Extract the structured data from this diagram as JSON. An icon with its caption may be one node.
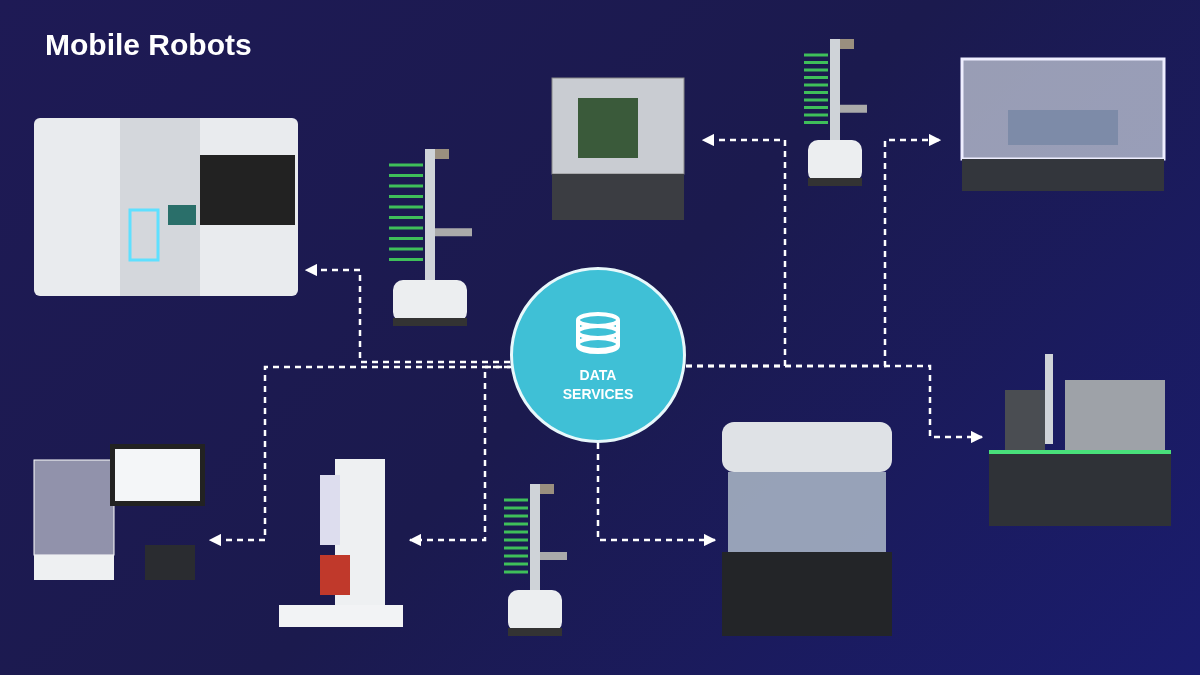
{
  "diagram": {
    "title": "Mobile Robots",
    "nodes": [
      {
        "text": [
          "DATA SERVICES"
        ]
      },
      {
        "text": [],
        "shape": "picture"
      },
      {
        "text": [],
        "shape": "picture"
      },
      {
        "text": [],
        "shape": "picture"
      },
      {
        "text": [],
        "shape": "picture"
      },
      {
        "text": [],
        "shape": "picture"
      },
      {
        "text": [],
        "shape": "picture"
      },
      {
        "text": [],
        "shape": "picture"
      },
      {
        "text": [],
        "shape": "picture"
      },
      {
        "text": [],
        "shape": "picture"
      },
      {
        "text": [],
        "shape": "picture"
      }
    ],
    "edges": [
      {
        "from": 0,
        "to": 1,
        "arrow": "to",
        "style": "dashed"
      },
      {
        "from": 0,
        "to": 7,
        "arrow": "to",
        "style": "dashed"
      },
      {
        "from": 0,
        "to": 8,
        "arrow": "to",
        "style": "dashed"
      },
      {
        "from": 0,
        "to": 3,
        "arrow": "to",
        "style": "dashed"
      },
      {
        "from": 0,
        "to": 5,
        "arrow": "to",
        "style": "dashed"
      },
      {
        "from": 0,
        "to": 6,
        "arrow": "to",
        "style": "dashed"
      },
      {
        "from": 0,
        "to": 10,
        "arrow": "to",
        "style": "dashed"
      }
    ]
  }
}
